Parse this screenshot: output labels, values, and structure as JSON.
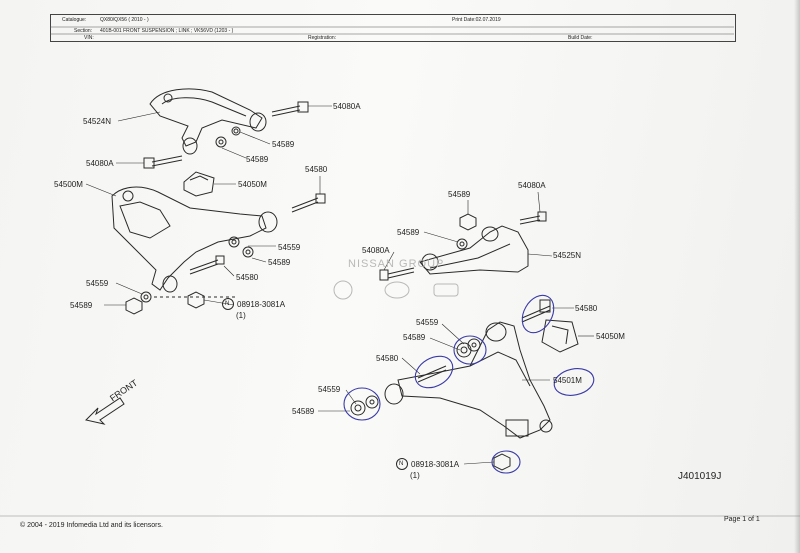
{
  "header": {
    "catalogue_label": "Catalogue:",
    "catalogue_value": "QX80/QX56 ( 2010 - )",
    "section_label": "Section:",
    "section_value": "401B-001 FRONT SUSPENSION ; LINK ; VK56VD (1203 - )",
    "vin_label": "VIN:",
    "print_date": "Print Date:02.07.2019",
    "registration_label": "Registration:",
    "build_date_label": "Build Date:"
  },
  "watermark": "NISSAN GROUP",
  "parts": {
    "p1": "54080A",
    "p2": "54524N",
    "p3": "54589",
    "p4": "54589",
    "p5": "54080A",
    "p6": "54580",
    "p7": "54500M",
    "p8": "54050M",
    "p9": "54559",
    "p10": "54589",
    "p11": "54580",
    "p12": "54559",
    "p13": "54589",
    "p14": "08918-3081A",
    "p14_qty": "(1)",
    "p15": "54589",
    "p16": "54080A",
    "p17": "54589",
    "p18": "54080A",
    "p19": "54525N",
    "p20": "54580",
    "p21": "54050M",
    "p22": "54559",
    "p23": "54589",
    "p24": "54580",
    "p25": "54501M",
    "p26": "54559",
    "p27": "54589",
    "p28": "08918-3081A",
    "p28_qty": "(1)",
    "n_symbol": "N"
  },
  "front_label": "FRONT",
  "diagram_code": "J401019J",
  "footer": {
    "copyright": "© 2004 - 2019 Infomedia Ltd and its licensors.",
    "page": "Page 1 of 1"
  }
}
